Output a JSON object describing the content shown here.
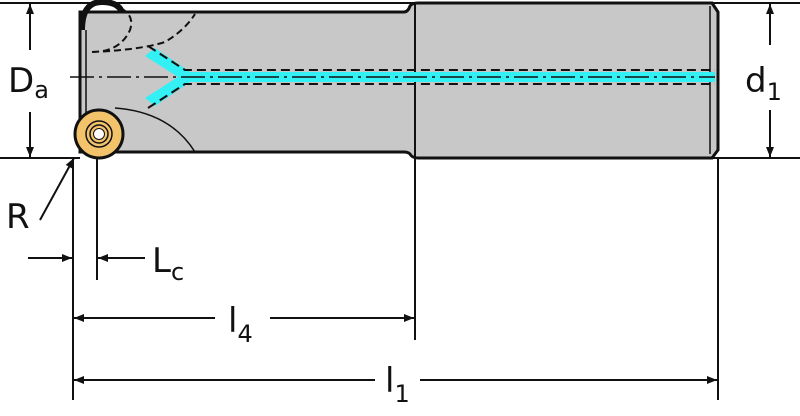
{
  "title": "Milling cutter dimension drawing",
  "colors": {
    "body": "#c8c8c8",
    "coolant": "#33f0f5",
    "insert": "#f2c36b",
    "line": "#111111"
  },
  "labels": {
    "Da": {
      "main": "D",
      "sub": "a"
    },
    "d1": {
      "main": "d",
      "sub": "1"
    },
    "R": {
      "main": "R"
    },
    "Lc": {
      "main": "L",
      "sub": "c"
    },
    "l4": {
      "main": "l",
      "sub": "4"
    },
    "l1": {
      "main": "l",
      "sub": "1"
    }
  }
}
